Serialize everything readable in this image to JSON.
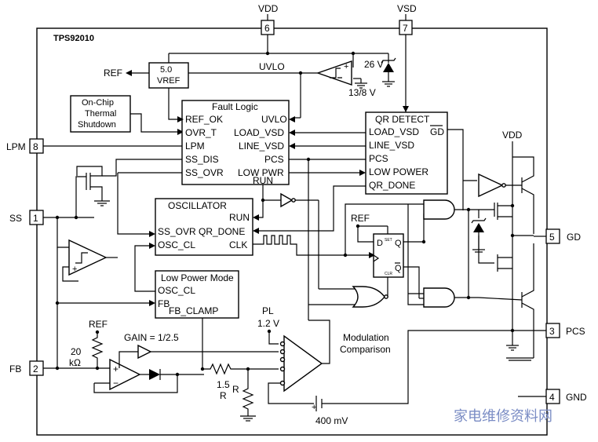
{
  "chip_name": "TPS92010",
  "pins": {
    "vdd": {
      "num": "6",
      "label": "VDD"
    },
    "vsd": {
      "num": "7",
      "label": "VSD"
    },
    "lpm": {
      "num": "8",
      "label": "LPM"
    },
    "ss": {
      "num": "1",
      "label": "SS"
    },
    "fb": {
      "num": "2",
      "label": "FB"
    },
    "gd": {
      "num": "5",
      "label": "GD"
    },
    "pcs": {
      "num": "3",
      "label": "PCS"
    },
    "gnd": {
      "num": "4",
      "label": "GND"
    }
  },
  "ref_out": "REF",
  "vref": {
    "value": "5.0",
    "label": "VREF"
  },
  "uvlo_label": "UVLO",
  "comparator": {
    "zener": "26 V",
    "thresholds": "13/8 V"
  },
  "thermal": {
    "line1": "On-Chip",
    "line2": "Thermal",
    "line3": "Shutdown"
  },
  "fault_logic": {
    "title": "Fault Logic",
    "left": [
      "REF_OK",
      "OVR_T",
      "LPM",
      "SS_DIS",
      "SS_OVR"
    ],
    "right": [
      "UVLO",
      "LOAD_VSD",
      "LINE_VSD",
      "PCS",
      "LOW PWR"
    ],
    "bottom": "RUN"
  },
  "qr_detect": {
    "title": "QR DETECT",
    "gd": "GD",
    "pins": [
      "LOAD_VSD",
      "LINE_VSD",
      "PCS",
      "LOW POWER",
      "QR_DONE"
    ]
  },
  "oscillator": {
    "title": "OSCILLATOR",
    "run": "RUN",
    "ss_ovr": "SS_OVR",
    "qr_done": "QR_DONE",
    "osc_cl": "OSC_CL",
    "clk": "CLK"
  },
  "low_power_mode": {
    "title": "Low Power Mode",
    "osc_cl": "OSC_CL",
    "fb": "FB",
    "fb_clamp": "FB_CLAMP"
  },
  "flipflop": {
    "ref": "REF",
    "d": "D",
    "q": "Q",
    "qbar": "Q",
    "set": "SET",
    "clr": "CLR"
  },
  "gd_vdd": "VDD",
  "modulation": {
    "line1": "Modulation",
    "line2": "Comparison"
  },
  "pl": {
    "label": "PL",
    "value": "1.2 V"
  },
  "gain": "GAIN = 1/2.5",
  "ref_fb": "REF",
  "resistor_20k": {
    "value": "20",
    "unit": "kΩ"
  },
  "resistor_15r": {
    "value": "1.5",
    "unit": "R"
  },
  "resistor_r": "R",
  "offset_voltage": "400 mV",
  "watermark": "家电维修资料网"
}
